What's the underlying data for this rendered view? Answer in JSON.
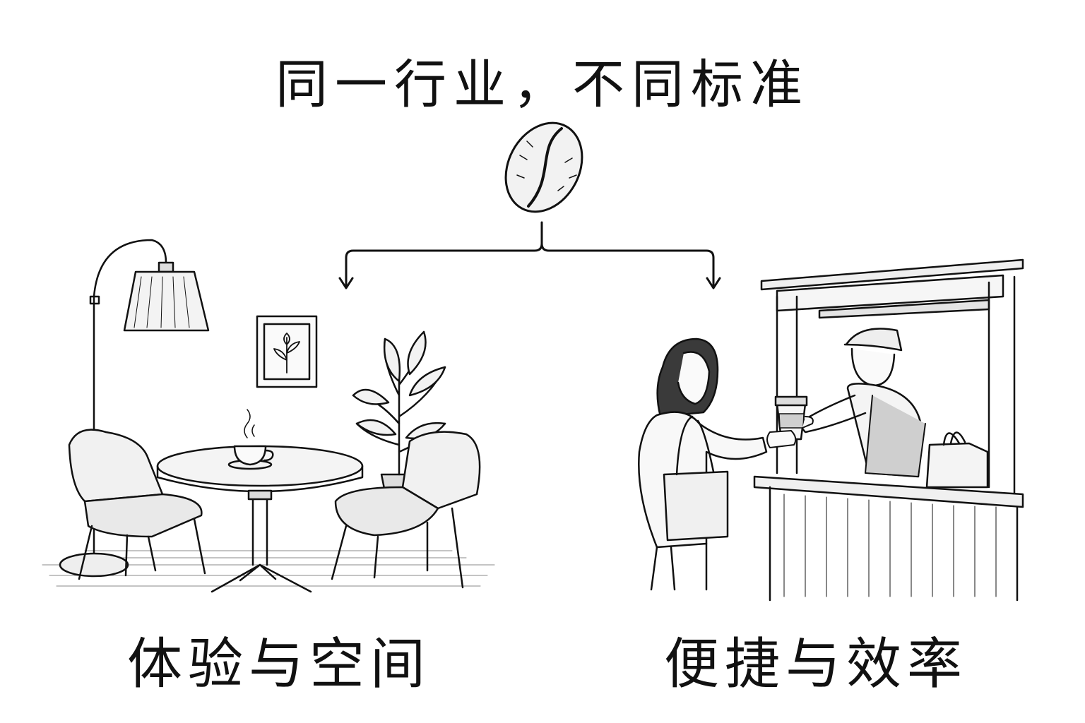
{
  "title": "同一行业，不同标准",
  "center_icon": "coffee-bean-icon",
  "branches": [
    {
      "caption": "体验与空间",
      "scene": "cafe-lounge-scene"
    },
    {
      "caption": "便捷与效率",
      "scene": "takeaway-kiosk-scene"
    }
  ],
  "colors": {
    "ink": "#111111",
    "background": "#ffffff"
  }
}
